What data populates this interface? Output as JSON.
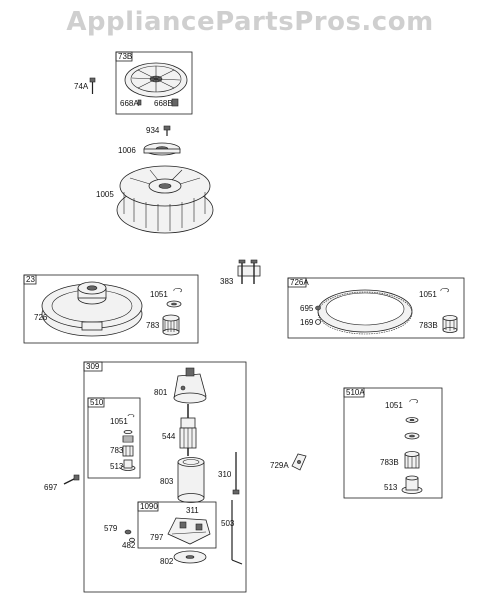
{
  "watermark": "AppliancePartsPros.com",
  "boxes": {
    "b73B": "73B",
    "b23": "23",
    "b726A": "726A",
    "b309": "309",
    "b510": "510",
    "b510A": "510A",
    "b1090": "1090"
  },
  "labels": {
    "l74A": "74A",
    "l668A": "668A",
    "l668B": "668B",
    "l934": "934",
    "l1006": "1006",
    "l1005": "1005",
    "l1051a": "1051",
    "l726": "726",
    "l783a": "783",
    "l383": "383",
    "l1051b": "1051",
    "l695": "695",
    "l169": "169",
    "l783B_a": "783B",
    "l801": "801",
    "l544": "544",
    "l1051c": "1051",
    "l783b": "783",
    "l513a": "513",
    "l803": "803",
    "l310": "310",
    "l697": "697",
    "l579": "579",
    "l482": "482",
    "l311": "311",
    "l797": "797",
    "l503": "503",
    "l802": "802",
    "l729A": "729A",
    "l1051d": "1051",
    "l783B_b": "783B",
    "l513b": "513"
  }
}
